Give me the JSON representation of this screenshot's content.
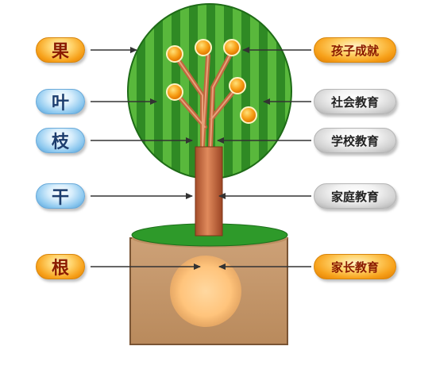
{
  "left_labels": [
    {
      "text": "果",
      "style": "orange"
    },
    {
      "text": "叶",
      "style": "blue"
    },
    {
      "text": "枝",
      "style": "blue"
    },
    {
      "text": "干",
      "style": "blue"
    },
    {
      "text": "根",
      "style": "orange"
    }
  ],
  "right_labels": [
    {
      "text": "孩子成就",
      "style": "orange"
    },
    {
      "text": "社会教育",
      "style": "gray"
    },
    {
      "text": "学校教育",
      "style": "gray"
    },
    {
      "text": "家庭教育",
      "style": "gray"
    },
    {
      "text": "家长教育",
      "style": "orange"
    }
  ],
  "colors": {
    "canopy_light": "#59b83c",
    "canopy_dark": "#2f8a24",
    "trunk": "#c0683e",
    "fruit": "#f8a21a",
    "soil": "#c49a6c",
    "grass": "#2e9a2a",
    "root_glow": "#ffc27a"
  }
}
